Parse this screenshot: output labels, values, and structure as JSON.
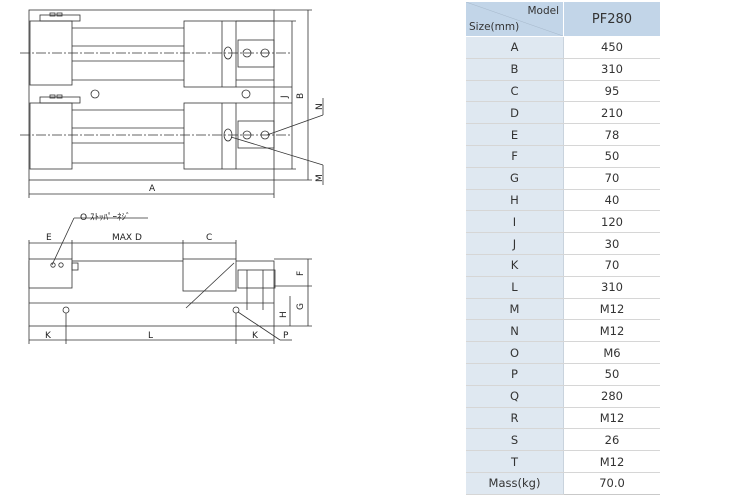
{
  "table": {
    "header": {
      "model_label": "Model",
      "size_label": "Size(mm)",
      "model_name": "PF280"
    },
    "rows": [
      {
        "key": "A",
        "value": "450"
      },
      {
        "key": "B",
        "value": "310"
      },
      {
        "key": "C",
        "value": "95"
      },
      {
        "key": "D",
        "value": "210"
      },
      {
        "key": "E",
        "value": "78"
      },
      {
        "key": "F",
        "value": "50"
      },
      {
        "key": "G",
        "value": "70"
      },
      {
        "key": "H",
        "value": "40"
      },
      {
        "key": "I",
        "value": "120"
      },
      {
        "key": "J",
        "value": "30"
      },
      {
        "key": "K",
        "value": "70"
      },
      {
        "key": "L",
        "value": "310"
      },
      {
        "key": "M",
        "value": "M12"
      },
      {
        "key": "N",
        "value": "M12"
      },
      {
        "key": "O",
        "value": "M6"
      },
      {
        "key": "P",
        "value": "50"
      },
      {
        "key": "Q",
        "value": "280"
      },
      {
        "key": "R",
        "value": "M12"
      },
      {
        "key": "S",
        "value": "26"
      },
      {
        "key": "T",
        "value": "M12"
      },
      {
        "key": "Mass(kg)",
        "value": "70.0"
      }
    ]
  },
  "drawing": {
    "top_view_labels": {
      "A": "A",
      "B": "B",
      "J": "J",
      "N": "N",
      "M": "M"
    },
    "side_view_labels": {
      "O_note": "O ｽﾄｯﾊﾟｰﾈｼﾞ",
      "E": "E",
      "max_d": "MAX  D",
      "C": "C",
      "F": "F",
      "G": "G",
      "H": "H",
      "K1": "K",
      "L": "L",
      "K2": "K",
      "P": "P"
    }
  }
}
